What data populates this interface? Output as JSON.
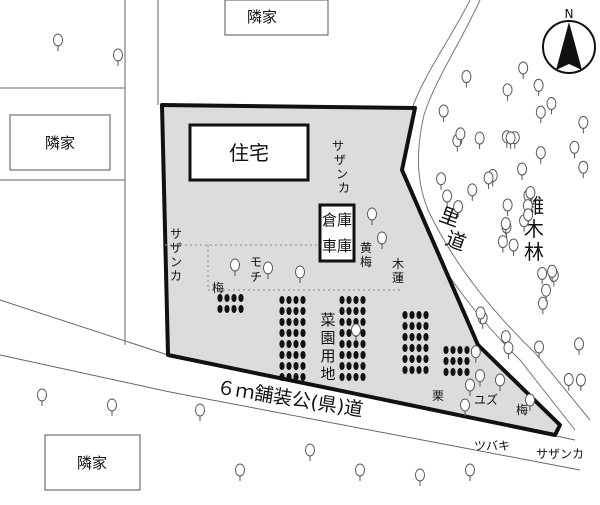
{
  "map": {
    "compass": {
      "label": "N"
    },
    "buildings": {
      "house": "住宅",
      "storehouse": "倉庫",
      "garage": "車庫"
    },
    "neighbors": {
      "top": "隣家",
      "left": "隣家",
      "bottom": "隣家"
    },
    "roads": {
      "public_road": "６ｍ舗装公(県)道",
      "village_road": [
        "里",
        "道"
      ]
    },
    "areas": {
      "woodland": [
        "雑",
        "木",
        "林"
      ],
      "vegetable_garden": [
        "菜",
        "園",
        "用",
        "地"
      ]
    },
    "plants": {
      "sasanqua_vertical": [
        "サ",
        "ザ",
        "ン",
        "カ"
      ],
      "mochi": [
        "モ",
        "チ"
      ],
      "ume_left": "梅",
      "oubai": [
        "黄",
        "梅"
      ],
      "mokuren": [
        "木",
        "蓮"
      ],
      "kuri": "栗",
      "yuzu": "ユズ",
      "ume_right": "梅",
      "tsubaki": "ツバキ",
      "sasanqua_bottom": "サザンカ"
    },
    "colors": {
      "property_fill": "#dcdcdc",
      "outline": "#111111",
      "road_line": "#444444",
      "tree_line": "#555555"
    }
  }
}
